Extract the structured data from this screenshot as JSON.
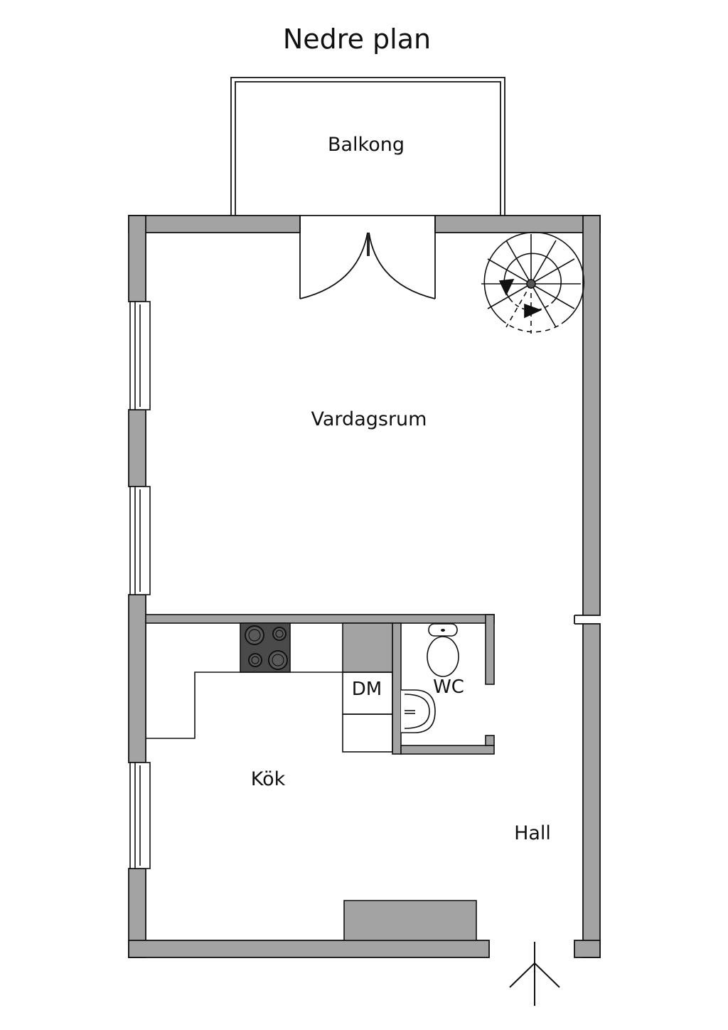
{
  "title": "Nedre plan",
  "rooms": {
    "balkong": "Balkong",
    "vardagsrum": "Vardagsrum",
    "kok": "Kök",
    "hall": "Hall",
    "wc": "WC",
    "dm": "DM"
  },
  "colors": {
    "wall": "#a3a3a3",
    "line": "#111111",
    "stove": "#4a4a4a",
    "background": "#ffffff"
  },
  "icons": {
    "entrance": "arrow-up-icon",
    "stairs": "spiral-staircase-icon",
    "stove": "stove-icon",
    "toilet": "toilet-icon",
    "sink": "sink-icon"
  }
}
